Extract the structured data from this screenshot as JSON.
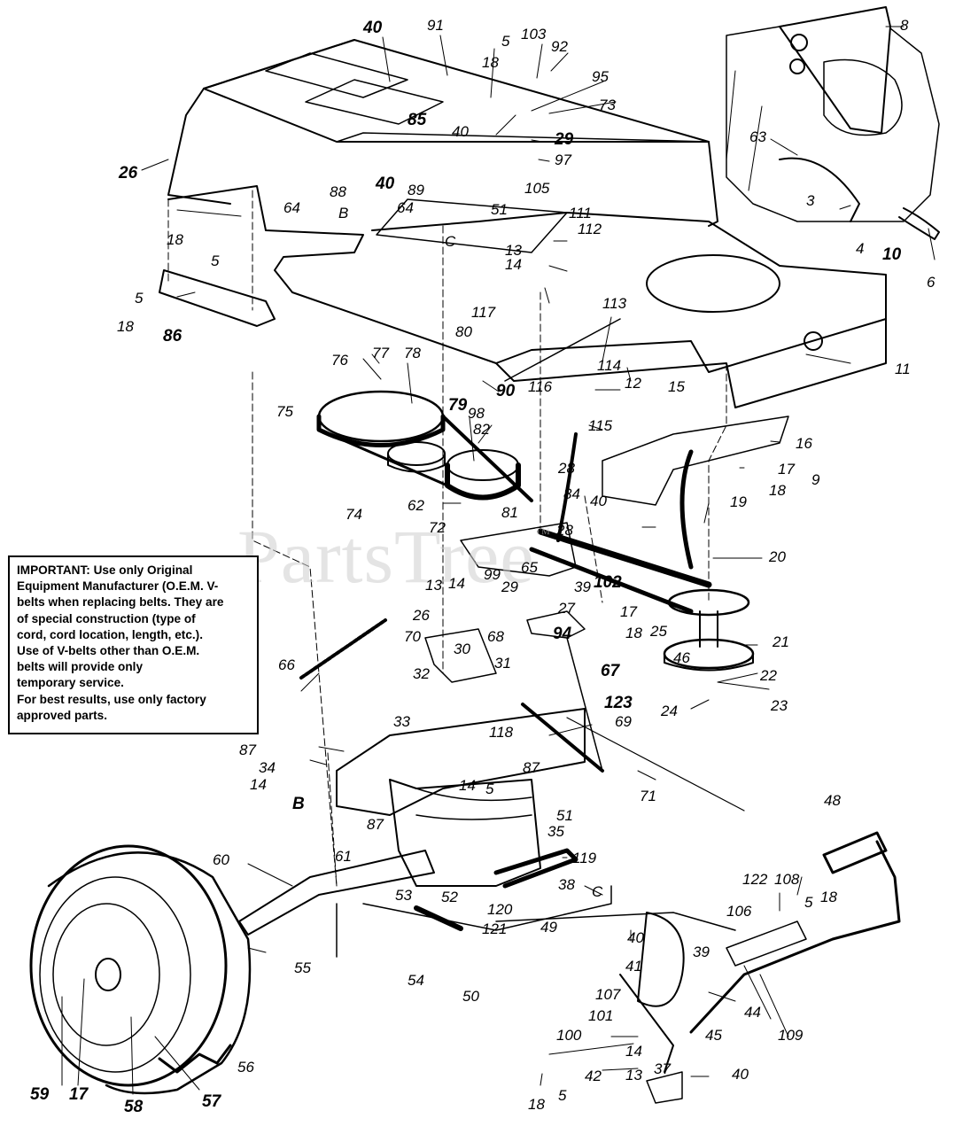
{
  "watermark": {
    "text": "PartsTree",
    "trademark": "™"
  },
  "notice": {
    "lines": [
      "IMPORTANT: Use only Original",
      "Equipment Manufacturer (O.E.M. V-",
      "belts when replacing belts. They are",
      "of special construction (type of",
      "cord, cord location, length, etc.).",
      "Use of V-belts other than O.E.M.",
      "belts will provide only",
      "temporary service.",
      "For best results, use only factory",
      "approved parts."
    ]
  },
  "callouts": [
    "40",
    "91",
    "5",
    "103",
    "92",
    "8",
    "18",
    "95",
    "73",
    "85",
    "40",
    "29",
    "97",
    "63",
    "26",
    "88",
    "40",
    "89",
    "105",
    "64",
    "B",
    "64",
    "C",
    "51",
    "111",
    "112",
    "3",
    "4",
    "10",
    "6",
    "18",
    "5",
    "13",
    "14",
    "5",
    "18",
    "86",
    "117",
    "80",
    "113",
    "11",
    "76",
    "77",
    "78",
    "90",
    "116",
    "114",
    "12",
    "15",
    "75",
    "79",
    "98",
    "82",
    "115",
    "16",
    "9",
    "74",
    "62",
    "28",
    "84",
    "40",
    "17",
    "18",
    "72",
    "81",
    "19",
    "28",
    "99",
    "65",
    "20",
    "29",
    "102",
    "39",
    "13",
    "14",
    "27",
    "17",
    "18",
    "25",
    "21",
    "26",
    "94",
    "70",
    "30",
    "68",
    "46",
    "66",
    "31",
    "67",
    "22",
    "32",
    "23",
    "24",
    "123",
    "69",
    "33",
    "87",
    "118",
    "34",
    "87",
    "14",
    "5",
    "14",
    "71",
    "B",
    "48",
    "87",
    "51",
    "35",
    "60",
    "61",
    "119",
    "38",
    "53",
    "C",
    "52",
    "120",
    "121",
    "122",
    "108",
    "5",
    "18",
    "54",
    "49",
    "106",
    "55",
    "40",
    "39",
    "50",
    "41",
    "107",
    "44",
    "109",
    "101",
    "100",
    "45",
    "14",
    "37",
    "59",
    "17",
    "58",
    "57",
    "56",
    "13",
    "18",
    "5",
    "42",
    "40"
  ]
}
